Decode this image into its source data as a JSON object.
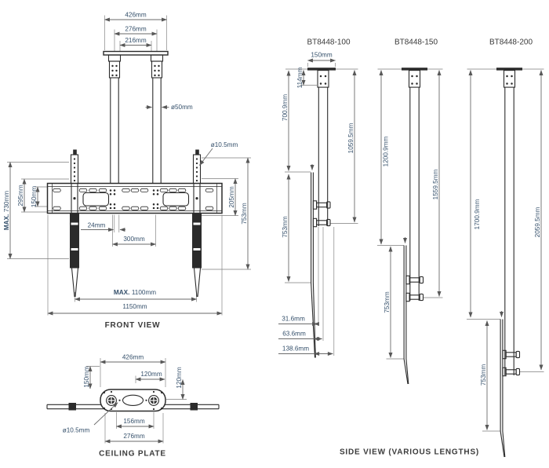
{
  "front_view": {
    "label": "FRONT VIEW",
    "dims": {
      "top_width": "426mm",
      "pole_centers": "276mm",
      "pole_inner": "216mm",
      "pole_dia": "ø50mm",
      "hole_dia": "ø10.5mm",
      "max_h_prefix": "MAX.",
      "max_h_value": "730mm",
      "left_295": "295mm",
      "left_150": "150mm",
      "right_205": "205mm",
      "right_753": "753mm",
      "offset_24": "24mm",
      "holes_300": "300mm",
      "max_w_prefix": "MAX.",
      "max_w_value": "1100mm",
      "total_width": "1150mm"
    }
  },
  "ceiling_plate": {
    "label": "CEILING PLATE",
    "dims": {
      "width": "426mm",
      "left_150": "150mm",
      "top_120": "120mm",
      "right_120": "120mm",
      "hole_dia": "ø10.5mm",
      "inner_156": "156mm",
      "outer_276": "276mm"
    }
  },
  "side_views": {
    "label": "SIDE VIEW (VARIOUS LENGTHS)",
    "models": [
      {
        "name": "BT8448-100",
        "plate_width": "150mm",
        "top_drop": "114mm",
        "pole_length": "700.9mm",
        "overall": "1059.5mm",
        "bracket_height": "753mm",
        "depth_1": "31.6mm",
        "depth_2": "63.6mm",
        "depth_3": "138.6mm"
      },
      {
        "name": "BT8448-150",
        "pole_length": "1200.9mm",
        "overall": "1559.5mm",
        "bracket_height": "753mm"
      },
      {
        "name": "BT8448-200",
        "pole_length": "1700.9mm",
        "overall": "2059.5mm",
        "bracket_height": "753mm"
      }
    ]
  },
  "colors": {
    "dim_text": "#35506b",
    "structure_line": "#2b2b2b",
    "dimension_line": "#6a6a6a",
    "label_text": "#3a3a3a"
  }
}
